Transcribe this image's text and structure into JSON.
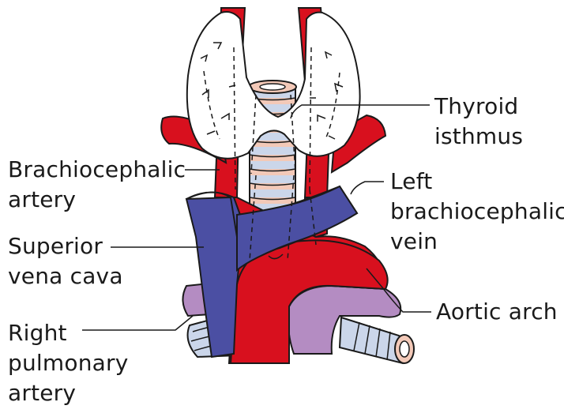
{
  "colors": {
    "artery": "#d8101e",
    "vein": "#4b4fa3",
    "pulmonary": "#b48cc2",
    "trachea_ring": "#f3c9b8",
    "trachea_band": "#cbd6ea",
    "outline": "#1a1a1a",
    "thyroid": "#ffffff"
  },
  "labels": {
    "thyroid_isthmus": [
      "Thyroid",
      "isthmus"
    ],
    "brachiocephalic_artery": [
      "Brachiocephalic",
      "artery"
    ],
    "left_brachiocephalic_vein": [
      "Left",
      "brachiocephalic",
      "vein"
    ],
    "superior_vena_cava": [
      "Superior",
      "vena cava"
    ],
    "aortic_arch": [
      "Aortic arch"
    ],
    "right_pulmonary_artery": [
      "Right",
      "pulmonary",
      "artery"
    ]
  }
}
